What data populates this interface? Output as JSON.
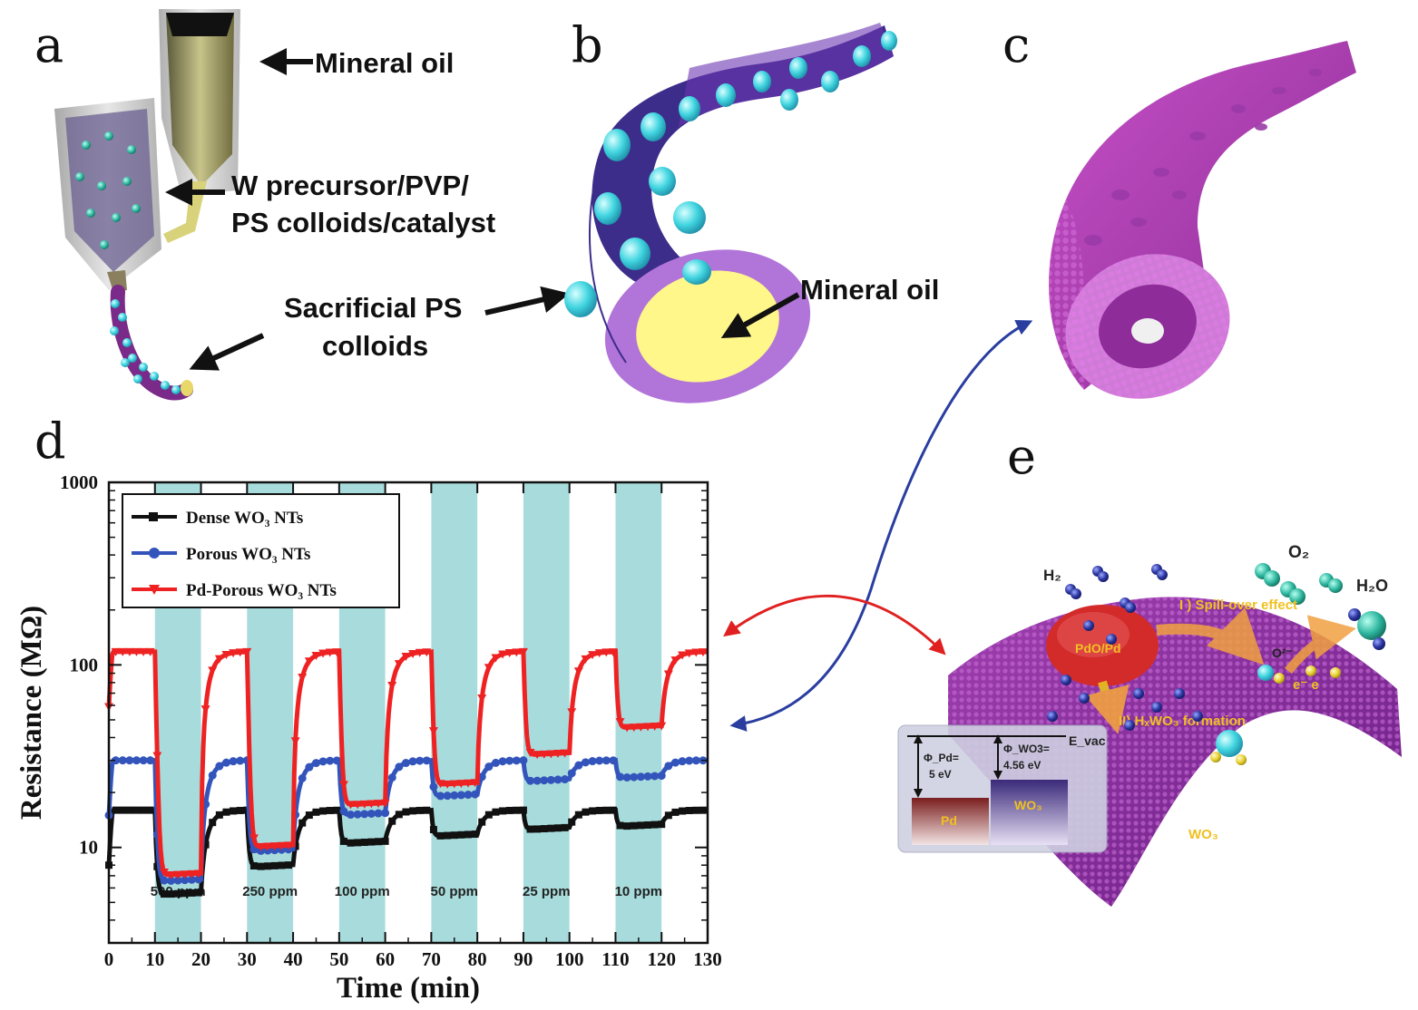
{
  "panels": {
    "a": "a",
    "b": "b",
    "c": "c",
    "d": "d",
    "e": "e"
  },
  "panel_a": {
    "mineral_oil": "Mineral oil",
    "precursor_line1": "W precursor/PVP/",
    "precursor_line2": "PS colloids/catalyst",
    "sacrificial_line1": "Sacrificial PS",
    "sacrificial_line2": "colloids"
  },
  "panel_b": {
    "mineral_oil": "Mineral oil"
  },
  "panel_e": {
    "h2": "H₂",
    "o2": "O₂",
    "h2o": "H₂O",
    "pdo_pd": "PdO/Pd",
    "spillover": "I ) Spill-over effect",
    "o2minus": "O²⁻",
    "electrons": "e⁻  e",
    "formation": "II) HₓWO₃ formation",
    "evac": "E_vac",
    "phi_pd_1": "Φ_Pd=",
    "phi_pd_2": "5 eV",
    "phi_wo3_1": "Φ_WO3=",
    "phi_wo3_2": "4.56 eV",
    "pd": "Pd",
    "wo3_box": "WO₃",
    "wo3_sheet": "WO₃"
  },
  "chart_data": {
    "type": "line",
    "ylabel": "Resistance (MΩ)",
    "xlabel": "Time (min)",
    "xlim": [
      0,
      130
    ],
    "ylim": [
      3,
      1000
    ],
    "yscale": "log",
    "xticks": [
      0,
      10,
      20,
      30,
      40,
      50,
      60,
      70,
      80,
      90,
      100,
      110,
      120,
      130
    ],
    "yticks": [
      {
        "value": 10,
        "label": "10"
      },
      {
        "value": 100,
        "label": "100"
      },
      {
        "value": 1000,
        "label": "1000"
      }
    ],
    "exposure_windows": [
      {
        "start": 10,
        "end": 20,
        "label": "500 ppm"
      },
      {
        "start": 30,
        "end": 40,
        "label": "250 ppm"
      },
      {
        "start": 50,
        "end": 60,
        "label": "100 ppm"
      },
      {
        "start": 70,
        "end": 80,
        "label": "50 ppm"
      },
      {
        "start": 90,
        "end": 100,
        "label": "25 ppm"
      },
      {
        "start": 110,
        "end": 120,
        "label": "10 ppm"
      }
    ],
    "series": [
      {
        "name": "Dense WO₃ NTs",
        "color": "#111111",
        "marker": "square",
        "base": 16,
        "exposed": [
          5.5,
          7.8,
          10.5,
          11.5,
          12.5,
          13.0
        ]
      },
      {
        "name": "Porous WO₃ NTs",
        "color": "#3355bb",
        "marker": "circle",
        "base": 30,
        "exposed": [
          6.5,
          9.5,
          15,
          19,
          23,
          24
        ]
      },
      {
        "name": "Pd-Porous WO₃ NTs",
        "color": "#ee2222",
        "marker": "triangle",
        "base": 118,
        "exposed": [
          7.0,
          10.0,
          17.0,
          22.0,
          32.0,
          45.0
        ]
      }
    ],
    "legend_position": "top-left",
    "grid": false
  }
}
